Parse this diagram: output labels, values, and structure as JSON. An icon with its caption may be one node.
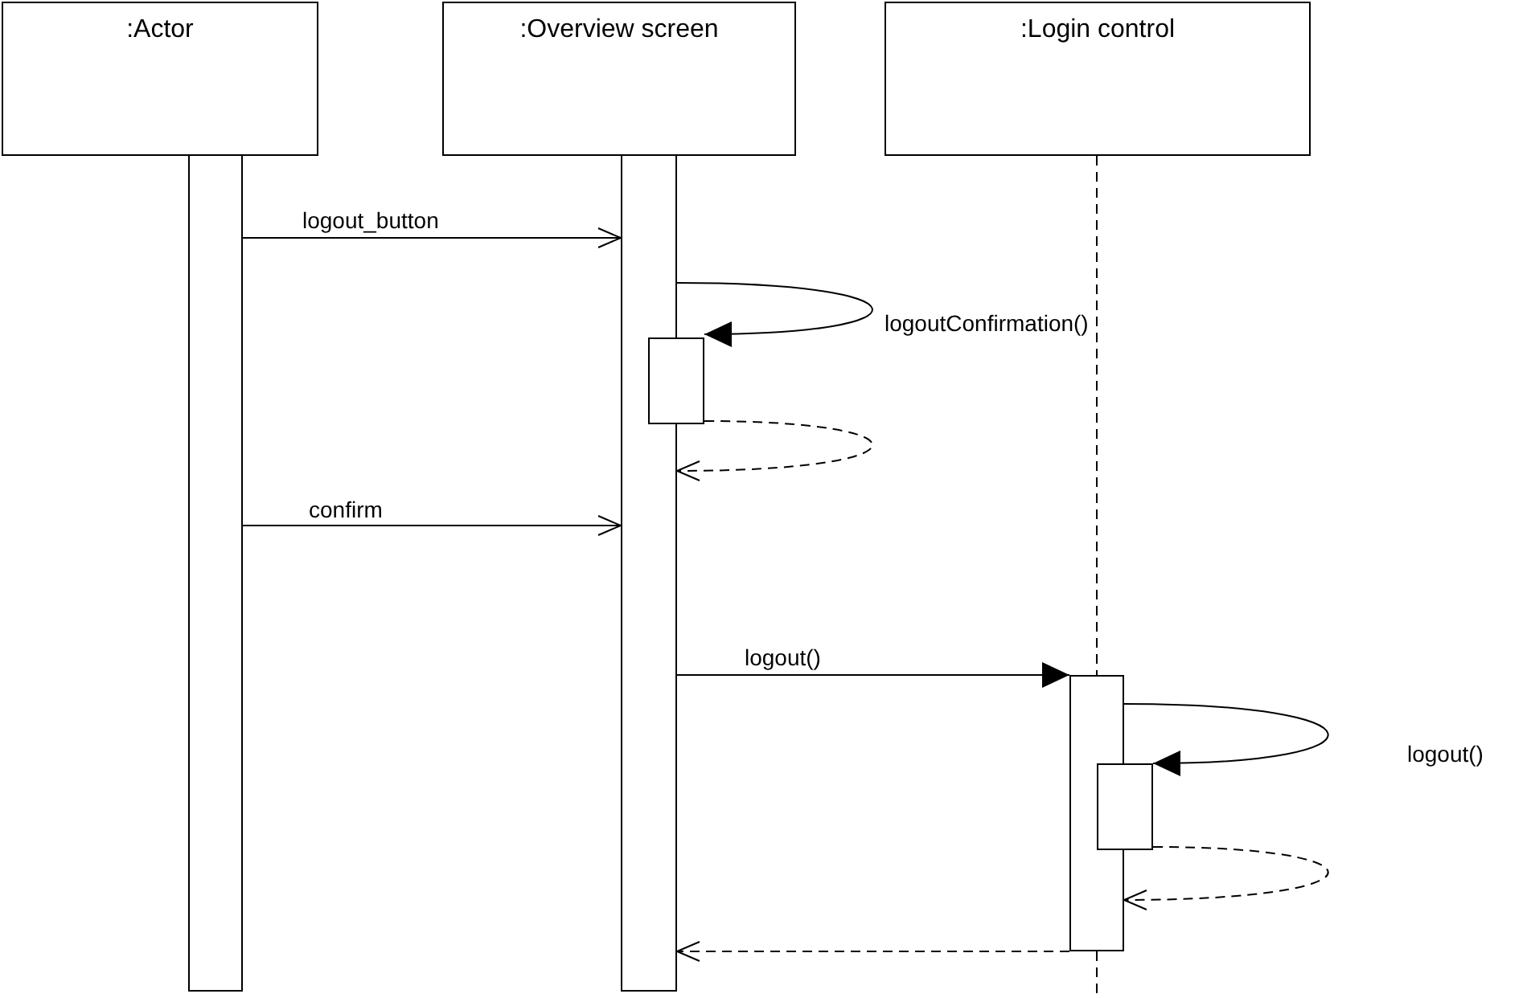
{
  "diagram": {
    "nodes": [
      {
        "text": [
          ":Actor"
        ]
      },
      {
        "text": [
          ":Overview screen"
        ]
      },
      {
        "text": [
          ":Login control"
        ]
      },
      {
        "text": [],
        "shape": "bar"
      },
      {
        "text": [],
        "shape": "bar"
      },
      {
        "text": [],
        "shape": "bar"
      },
      {
        "text": [],
        "shape": "bar"
      },
      {
        "text": [],
        "shape": "bar"
      }
    ],
    "edges": [
      {
        "from": 2,
        "to": 6,
        "arrow": "none",
        "style": "dashed"
      },
      {
        "from": 3,
        "to": 4,
        "arrow": "to",
        "label": "logout_button"
      },
      {
        "from": 4,
        "to": 5,
        "arrow": "to",
        "label": "logoutConfirmation()"
      },
      {
        "from": 5,
        "to": 4,
        "arrow": "to",
        "style": "dashed"
      },
      {
        "from": 3,
        "to": 4,
        "arrow": "to",
        "label": "confirm"
      },
      {
        "from": 4,
        "to": 6,
        "arrow": "to",
        "label": "logout()"
      },
      {
        "from": 6,
        "to": 7,
        "arrow": "to",
        "label": "logout()"
      },
      {
        "from": 7,
        "to": 6,
        "arrow": "to",
        "style": "dashed"
      },
      {
        "from": 6,
        "to": 4,
        "arrow": "to",
        "style": "dashed"
      }
    ]
  }
}
